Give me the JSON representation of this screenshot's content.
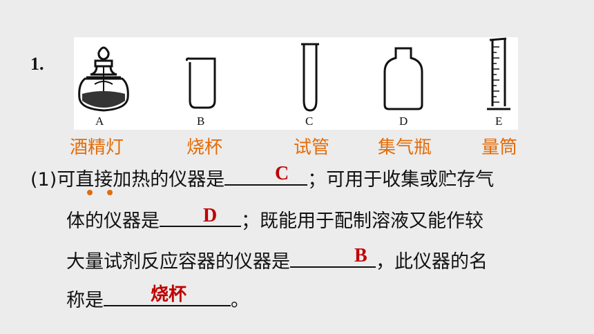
{
  "question": {
    "number": "1.",
    "apparatus": [
      {
        "letter": "A",
        "name": "酒精灯"
      },
      {
        "letter": "B",
        "name": "烧杯"
      },
      {
        "letter": "C",
        "name": "试管"
      },
      {
        "letter": "D",
        "name": "集气瓶"
      },
      {
        "letter": "E",
        "name": "量筒"
      }
    ],
    "lines": {
      "line1_prefix": "(1)可直接加热的仪器是",
      "line1_suffix": "；可用于收集或贮存气",
      "line2_prefix": "体的仪器是",
      "line2_suffix": "；既能用于配制溶液又能作较",
      "line3_prefix": "大量试剂反应容器的仪器是",
      "line3_suffix": "，此仪器的名",
      "line4_prefix": "称是",
      "line4_suffix": "。"
    },
    "answers": {
      "blank1": "C",
      "blank2": "D",
      "blank3": "B",
      "blank4": "烧杯"
    }
  },
  "colors": {
    "label_orange": "#e36c09",
    "answer_red": "#c00000",
    "background": "#ececec"
  }
}
